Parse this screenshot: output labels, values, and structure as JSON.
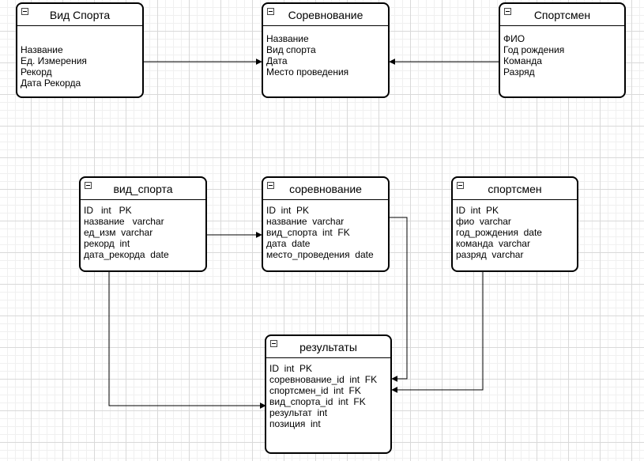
{
  "conceptual": [
    {
      "id": "sport_c",
      "title": "Вид Спорта",
      "fields": [
        "Название",
        "Ед. Измерения",
        "Рекорд",
        "Дата Рекорда"
      ]
    },
    {
      "id": "comp_c",
      "title": "Соревнование",
      "fields": [
        "Название",
        "Вид спорта",
        "Дата",
        "Место проведения"
      ]
    },
    {
      "id": "athlete_c",
      "title": "Спортсмен",
      "fields": [
        "ФИО",
        "Год рождения",
        "Команда",
        "Разряд"
      ]
    }
  ],
  "physical": [
    {
      "id": "sport_p",
      "title": "вид_спорта",
      "fields": [
        "ID   int   PK",
        "название   varchar",
        "ед_изм  varchar",
        "рекорд  int",
        "дата_рекорда  date"
      ]
    },
    {
      "id": "comp_p",
      "title": "соревнование",
      "fields": [
        "ID  int  PK",
        "название  varchar",
        "вид_спорта  int  FK",
        "дата  date",
        "место_проведения  date"
      ]
    },
    {
      "id": "athlete_p",
      "title": "спортсмен",
      "fields": [
        "ID  int  PK",
        "фио  varchar",
        "год_рождения  date",
        "команда  varchar",
        "разряд  varchar"
      ]
    },
    {
      "id": "results_p",
      "title": "результаты",
      "fields": [
        "ID  int  PK",
        "соревнование_id  int  FK",
        "спортсмен_id  int  FK",
        "вид_спорта_id  int  FK",
        "результат  int",
        "позиция  int"
      ]
    }
  ],
  "colors": {
    "stroke": "#000000",
    "background": "#ffffff",
    "grid": "#d9d9d9"
  },
  "icons": {
    "table_header": "collapse-icon",
    "connector_end": "arrow-icon"
  }
}
